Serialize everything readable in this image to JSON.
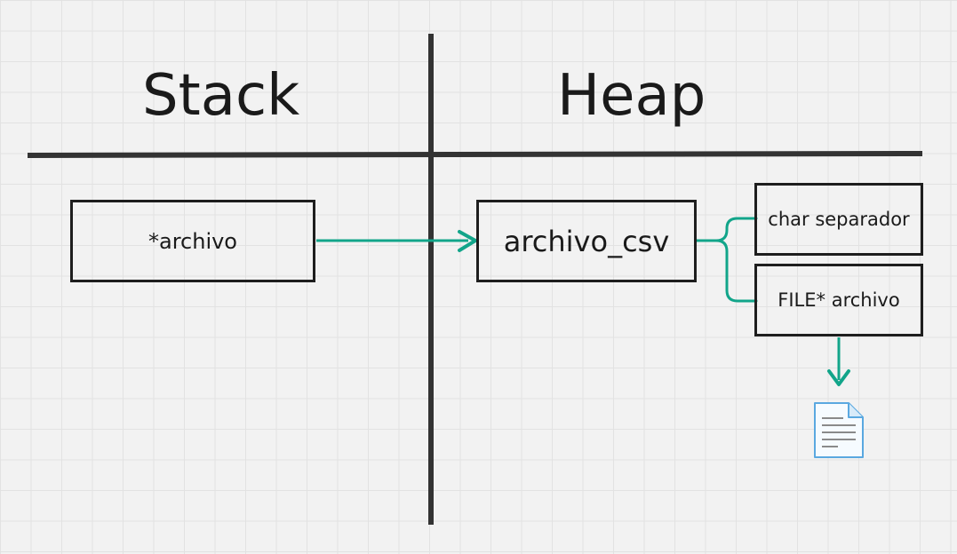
{
  "headers": {
    "stack": "Stack",
    "heap": "Heap"
  },
  "nodes": {
    "archivo_ptr": "*archivo",
    "archivo_csv": "archivo_csv",
    "char_separador": "char separador",
    "file_archivo": "FILE* archivo"
  },
  "icons": {
    "file": "document-icon"
  },
  "colors": {
    "background": "#f2f2f2",
    "grid": "#e2e2e2",
    "divider": "#333333",
    "box_border": "#1e1e1e",
    "connector": "#12a58a",
    "file_icon": "#5aa8e0"
  }
}
